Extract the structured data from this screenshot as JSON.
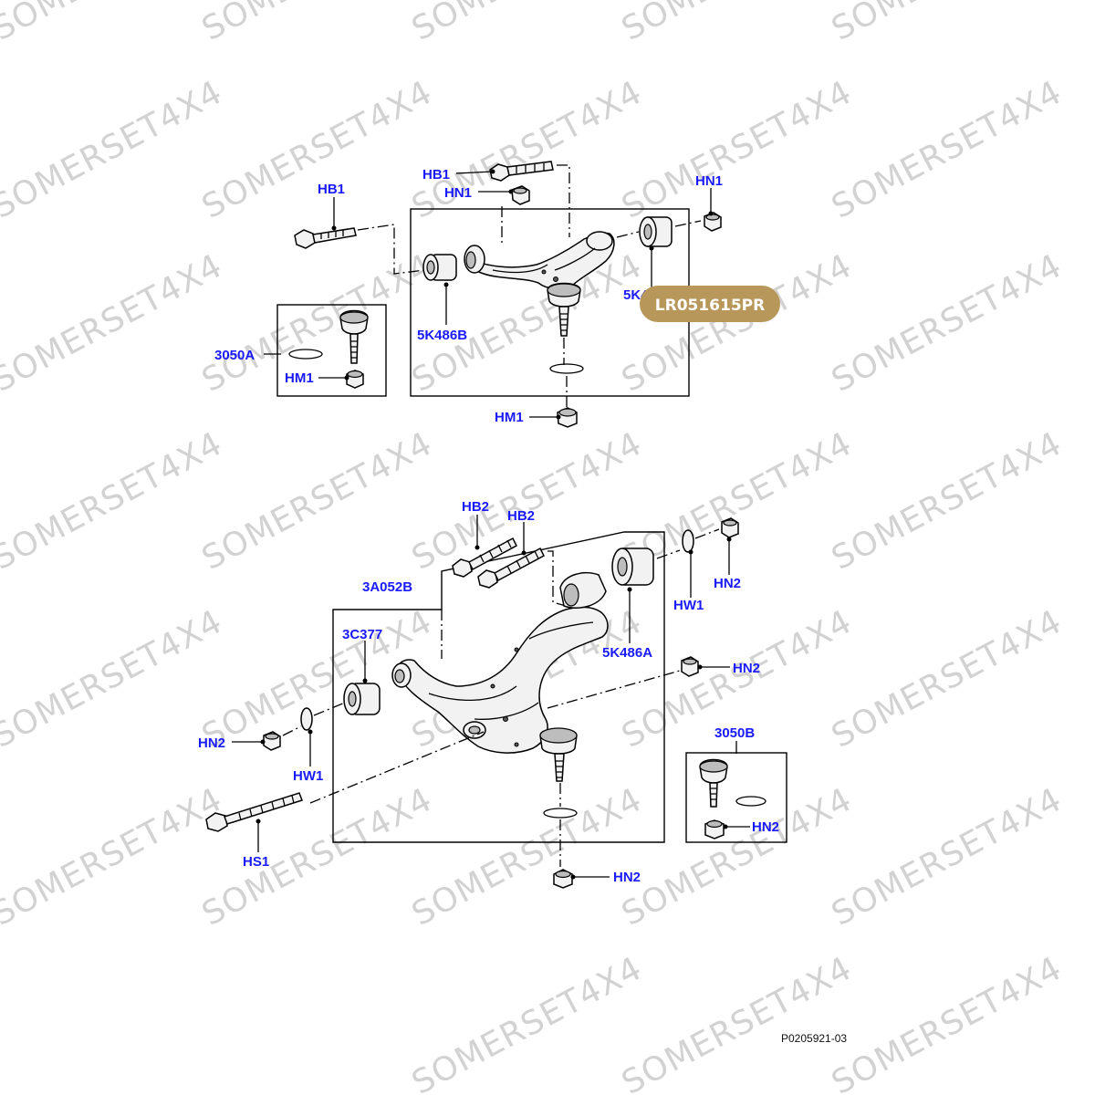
{
  "watermark": "SOMERSET4X4",
  "upper_arm": {
    "callouts": {
      "hb1_left": "HB1",
      "hb1_top": "HB1",
      "hn1_top": "HN1",
      "hn1_right": "HN1",
      "bush_left": "5K486B",
      "bush_right": "5K486B",
      "balljoint_kit": "3050A",
      "hm1_inset": "HM1",
      "hm1_bottom": "HM1"
    },
    "badge": "LR051615PR"
  },
  "lower_arm": {
    "callouts": {
      "hb2_a": "HB2",
      "hb2_b": "HB2",
      "arm": "3A052B",
      "bush_front": "3C377",
      "bush_rear": "5K486A",
      "hn2_top": "HN2",
      "hw1_top": "HW1",
      "hn2_mid": "HN2",
      "hn2_left": "HN2",
      "hw1_left": "HW1",
      "hs1": "HS1",
      "balljoint_kit": "3050B",
      "hn2_inset": "HN2",
      "hn2_bottom": "HN2"
    }
  },
  "figure_ref": "P0205921-03",
  "colors": {
    "label": "#1a1aff",
    "badge": "#b8975a",
    "watermark": "#d2d2d2"
  }
}
